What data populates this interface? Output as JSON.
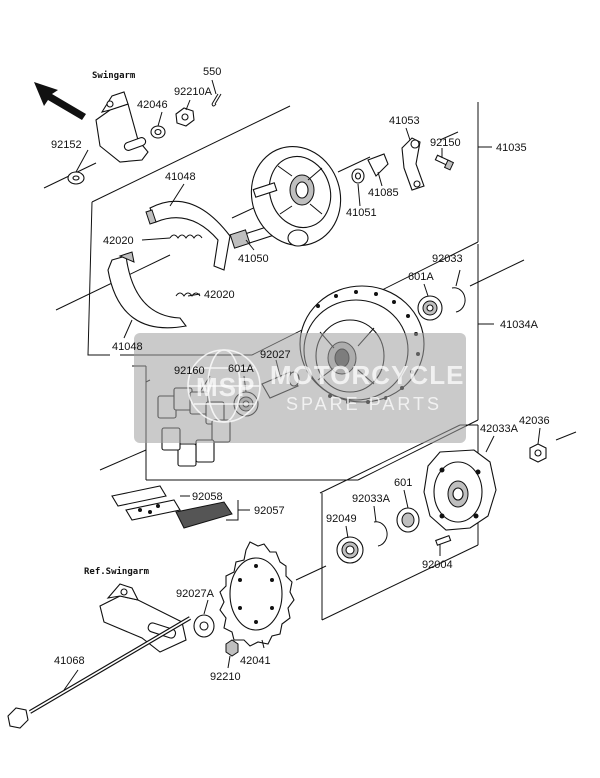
{
  "labels": {
    "swingarm": "Swingarm",
    "ref_swingarm": "Ref.Swingarm",
    "p550": "550",
    "p92210A": "92210A",
    "p42046": "42046",
    "p92152": "92152",
    "p41048_top": "41048",
    "p42020_top": "42020",
    "p42020_bottom": "42020",
    "p41048_bottom": "41048",
    "p41050": "41050",
    "p41051": "41051",
    "p41085": "41085",
    "p41053": "41053",
    "p92150": "92150",
    "p41035": "41035",
    "p92033": "92033",
    "p601A_right": "601A",
    "p41034A": "41034A",
    "p92160": "92160",
    "p601A_left": "601A",
    "p92027": "92027",
    "p42033A": "42033A",
    "p42036": "42036",
    "p92058": "92058",
    "p92057": "92057",
    "p601": "601",
    "p92033A": "92033A",
    "p92049": "92049",
    "p92004": "92004",
    "p92027A": "92027A",
    "p42041": "42041",
    "p92210": "92210",
    "p41068": "41068"
  },
  "watermark": {
    "brand": "MSP",
    "line1": "MOTORCYCLE",
    "line2": "SPARE PARTS"
  },
  "colors": {
    "ink": "#111111",
    "watermark_bg": "#9e9e9e"
  }
}
